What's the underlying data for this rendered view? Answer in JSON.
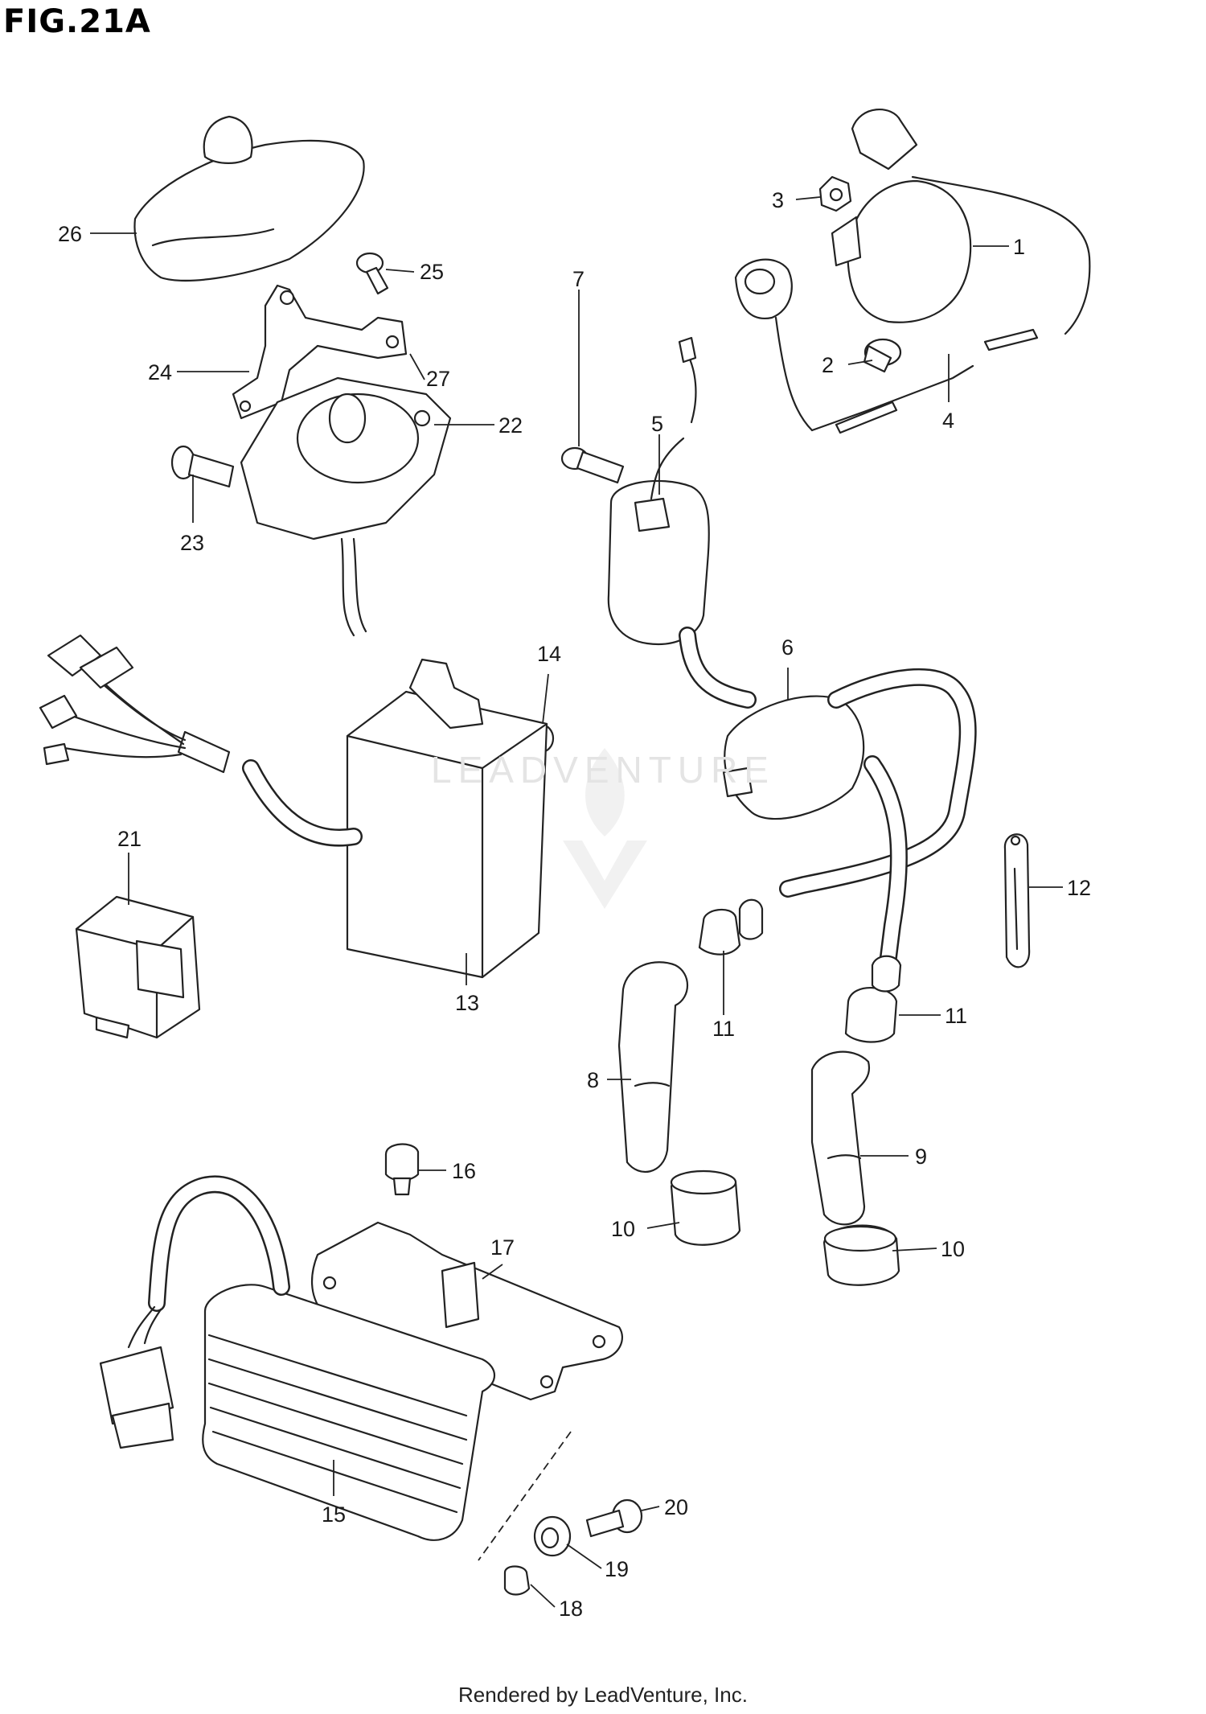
{
  "figure": {
    "title": "FIG.21A"
  },
  "callouts": {
    "c1": "1",
    "c2": "2",
    "c3": "3",
    "c4": "4",
    "c5": "5",
    "c6": "6",
    "c7": "7",
    "c8": "8",
    "c9": "9",
    "c10a": "10",
    "c10b": "10",
    "c11a": "11",
    "c11b": "11",
    "c12": "12",
    "c13": "13",
    "c14": "14",
    "c15": "15",
    "c16": "16",
    "c17": "17",
    "c18": "18",
    "c19": "19",
    "c20": "20",
    "c21": "21",
    "c22": "22",
    "c23": "23",
    "c24": "24",
    "c25": "25",
    "c26": "26",
    "c27": "27"
  },
  "watermark": {
    "text": "LEADVENTURE"
  },
  "footer": {
    "text": "Rendered by LeadVenture, Inc."
  }
}
